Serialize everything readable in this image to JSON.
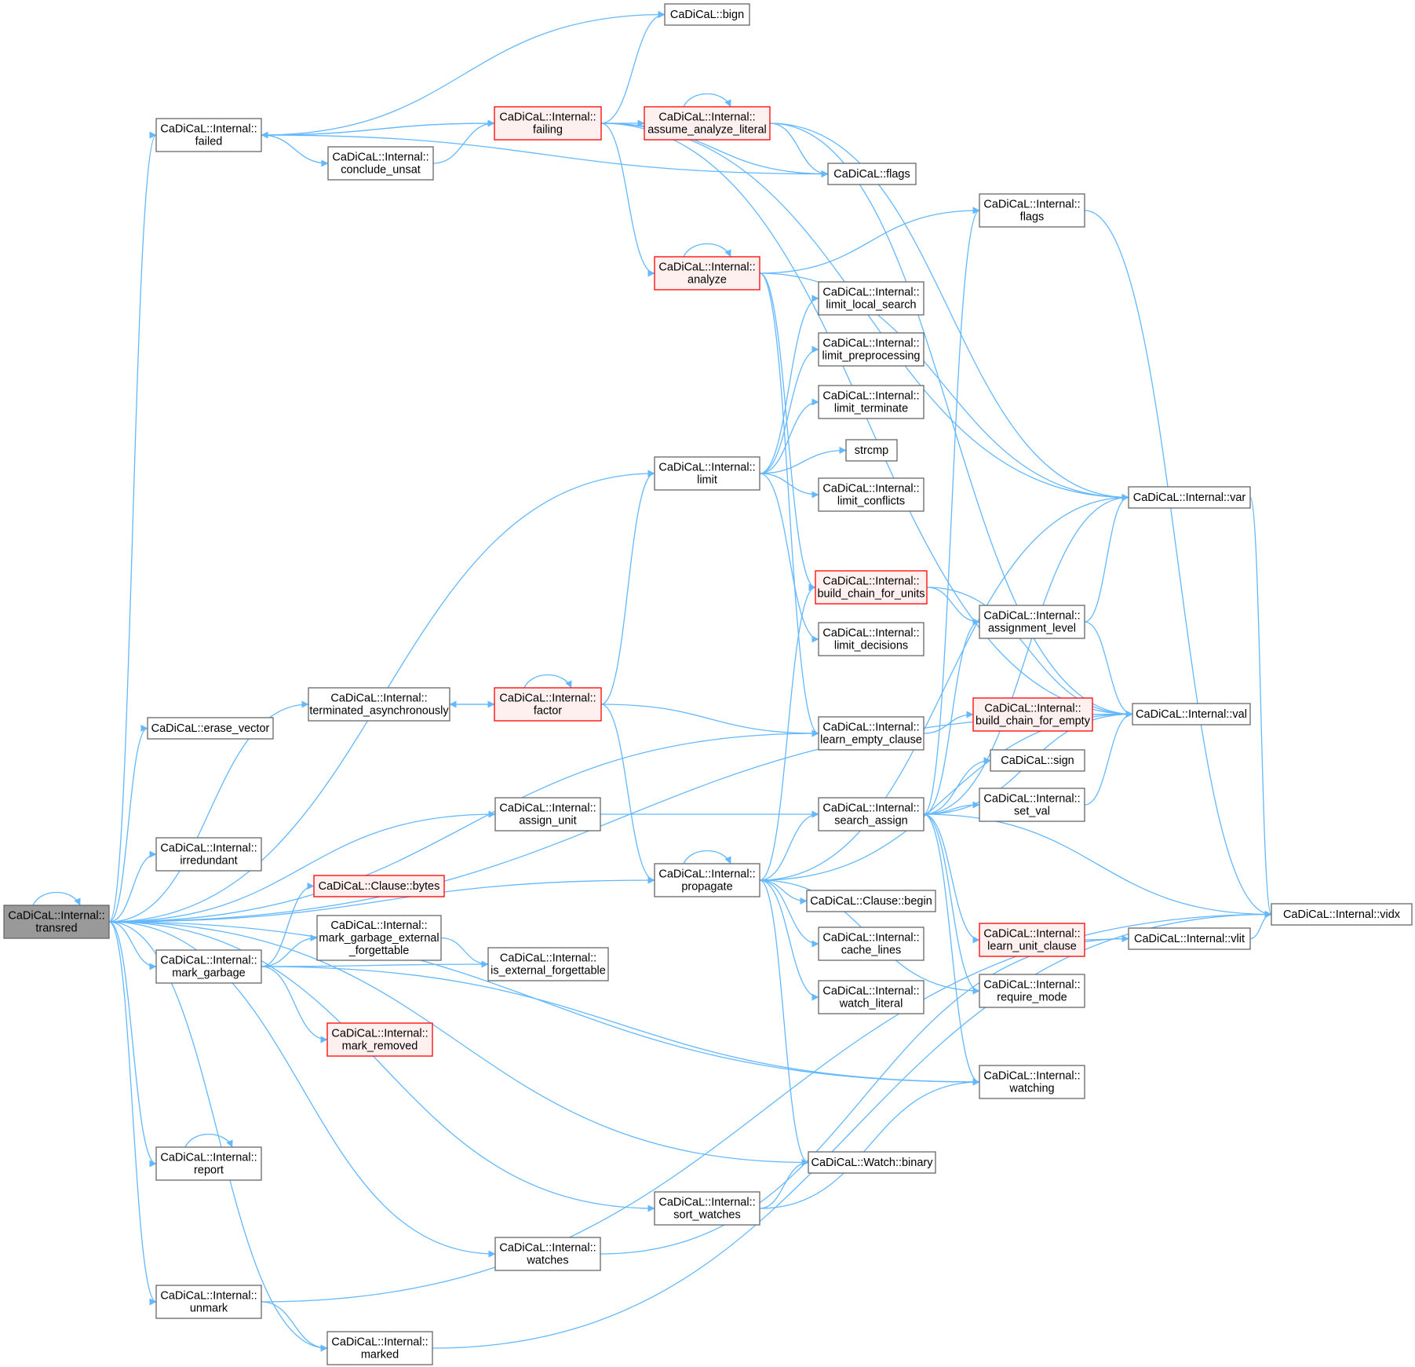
{
  "colors": {
    "edge": "#63b8ff",
    "node_fill": "#ffffff",
    "node_border": "#666666",
    "root_fill": "#999999",
    "root_border": "#666666",
    "truncated_fill": "#fff0f0",
    "truncated_border": "#ff0000",
    "text": "#000000"
  },
  "nodes": [
    {
      "id": "transred",
      "lines": [
        "CaDiCaL::Internal::",
        "transred"
      ],
      "style": "root"
    },
    {
      "id": "failed",
      "lines": [
        "CaDiCaL::Internal::",
        "failed"
      ],
      "style": "normal"
    },
    {
      "id": "bign",
      "lines": [
        "CaDiCaL::bign"
      ],
      "style": "normal"
    },
    {
      "id": "failing",
      "lines": [
        "CaDiCaL::Internal::",
        "failing"
      ],
      "style": "truncated"
    },
    {
      "id": "assume_analyze_literal",
      "lines": [
        "CaDiCaL::Internal::",
        "assume_analyze_literal"
      ],
      "style": "truncated"
    },
    {
      "id": "conclude_unsat",
      "lines": [
        "CaDiCaL::Internal::",
        "conclude_unsat"
      ],
      "style": "normal"
    },
    {
      "id": "flags_cadical",
      "lines": [
        "CaDiCaL::flags"
      ],
      "style": "normal"
    },
    {
      "id": "flags_internal",
      "lines": [
        "CaDiCaL::Internal::",
        "flags"
      ],
      "style": "normal"
    },
    {
      "id": "analyze",
      "lines": [
        "CaDiCaL::Internal::",
        "analyze"
      ],
      "style": "truncated"
    },
    {
      "id": "limit_local_search",
      "lines": [
        "CaDiCaL::Internal::",
        "limit_local_search"
      ],
      "style": "normal"
    },
    {
      "id": "limit_preprocessing",
      "lines": [
        "CaDiCaL::Internal::",
        "limit_preprocessing"
      ],
      "style": "normal"
    },
    {
      "id": "limit_terminate",
      "lines": [
        "CaDiCaL::Internal::",
        "limit_terminate"
      ],
      "style": "normal"
    },
    {
      "id": "limit",
      "lines": [
        "CaDiCaL::Internal::",
        "limit"
      ],
      "style": "normal"
    },
    {
      "id": "strcmp",
      "lines": [
        "strcmp"
      ],
      "style": "normal"
    },
    {
      "id": "limit_conflicts",
      "lines": [
        "CaDiCaL::Internal::",
        "limit_conflicts"
      ],
      "style": "normal"
    },
    {
      "id": "var",
      "lines": [
        "CaDiCaL::Internal::var"
      ],
      "style": "normal"
    },
    {
      "id": "build_chain_for_units",
      "lines": [
        "CaDiCaL::Internal::",
        "build_chain_for_units"
      ],
      "style": "truncated"
    },
    {
      "id": "assignment_level",
      "lines": [
        "CaDiCaL::Internal::",
        "assignment_level"
      ],
      "style": "normal"
    },
    {
      "id": "limit_decisions",
      "lines": [
        "CaDiCaL::Internal::",
        "limit_decisions"
      ],
      "style": "normal"
    },
    {
      "id": "terminated_asynchronously",
      "lines": [
        "CaDiCaL::Internal::",
        "terminated_asynchronously"
      ],
      "style": "normal"
    },
    {
      "id": "factor",
      "lines": [
        "CaDiCaL::Internal::",
        "factor"
      ],
      "style": "truncated"
    },
    {
      "id": "erase_vector",
      "lines": [
        "CaDiCaL::erase_vector"
      ],
      "style": "normal"
    },
    {
      "id": "learn_empty_clause",
      "lines": [
        "CaDiCaL::Internal::",
        "learn_empty_clause"
      ],
      "style": "normal"
    },
    {
      "id": "build_chain_for_empty",
      "lines": [
        "CaDiCaL::Internal::",
        "build_chain_for_empty"
      ],
      "style": "truncated"
    },
    {
      "id": "val",
      "lines": [
        "CaDiCaL::Internal::val"
      ],
      "style": "normal"
    },
    {
      "id": "sign",
      "lines": [
        "CaDiCaL::sign"
      ],
      "style": "normal"
    },
    {
      "id": "assign_unit",
      "lines": [
        "CaDiCaL::Internal::",
        "assign_unit"
      ],
      "style": "normal"
    },
    {
      "id": "search_assign",
      "lines": [
        "CaDiCaL::Internal::",
        "search_assign"
      ],
      "style": "normal"
    },
    {
      "id": "set_val",
      "lines": [
        "CaDiCaL::Internal::",
        "set_val"
      ],
      "style": "normal"
    },
    {
      "id": "irredundant",
      "lines": [
        "CaDiCaL::Internal::",
        "irredundant"
      ],
      "style": "normal"
    },
    {
      "id": "propagate",
      "lines": [
        "CaDiCaL::Internal::",
        "propagate"
      ],
      "style": "normal"
    },
    {
      "id": "clause_bytes",
      "lines": [
        "CaDiCaL::Clause::bytes"
      ],
      "style": "truncated"
    },
    {
      "id": "clause_begin",
      "lines": [
        "CaDiCaL::Clause::begin"
      ],
      "style": "normal"
    },
    {
      "id": "vidx",
      "lines": [
        "CaDiCaL::Internal::vidx"
      ],
      "style": "normal"
    },
    {
      "id": "mark_garbage_external_forgettable",
      "lines": [
        "CaDiCaL::Internal::",
        "mark_garbage_external",
        "_forgettable"
      ],
      "style": "normal"
    },
    {
      "id": "cache_lines",
      "lines": [
        "CaDiCaL::Internal::",
        "cache_lines"
      ],
      "style": "normal"
    },
    {
      "id": "learn_unit_clause",
      "lines": [
        "CaDiCaL::Internal::",
        "learn_unit_clause"
      ],
      "style": "truncated"
    },
    {
      "id": "vlit",
      "lines": [
        "CaDiCaL::Internal::vlit"
      ],
      "style": "normal"
    },
    {
      "id": "mark_garbage",
      "lines": [
        "CaDiCaL::Internal::",
        "mark_garbage"
      ],
      "style": "normal"
    },
    {
      "id": "is_external_forgettable",
      "lines": [
        "CaDiCaL::Internal::",
        "is_external_forgettable"
      ],
      "style": "normal"
    },
    {
      "id": "watch_literal",
      "lines": [
        "CaDiCaL::Internal::",
        "watch_literal"
      ],
      "style": "normal"
    },
    {
      "id": "require_mode",
      "lines": [
        "CaDiCaL::Internal::",
        "require_mode"
      ],
      "style": "normal"
    },
    {
      "id": "mark_removed",
      "lines": [
        "CaDiCaL::Internal::",
        "mark_removed"
      ],
      "style": "truncated"
    },
    {
      "id": "watching",
      "lines": [
        "CaDiCaL::Internal::",
        "watching"
      ],
      "style": "normal"
    },
    {
      "id": "report",
      "lines": [
        "CaDiCaL::Internal::",
        "report"
      ],
      "style": "normal"
    },
    {
      "id": "watch_binary",
      "lines": [
        "CaDiCaL::Watch::binary"
      ],
      "style": "normal"
    },
    {
      "id": "sort_watches",
      "lines": [
        "CaDiCaL::Internal::",
        "sort_watches"
      ],
      "style": "normal"
    },
    {
      "id": "watches",
      "lines": [
        "CaDiCaL::Internal::",
        "watches"
      ],
      "style": "normal"
    },
    {
      "id": "unmark",
      "lines": [
        "CaDiCaL::Internal::",
        "unmark"
      ],
      "style": "normal"
    },
    {
      "id": "marked",
      "lines": [
        "CaDiCaL::Internal::",
        "marked"
      ],
      "style": "normal"
    }
  ],
  "edges": [
    [
      "transred",
      "transred"
    ],
    [
      "transred",
      "failed"
    ],
    [
      "transred",
      "limit"
    ],
    [
      "transred",
      "terminated_asynchronously"
    ],
    [
      "transred",
      "erase_vector"
    ],
    [
      "transred",
      "learn_empty_clause"
    ],
    [
      "transred",
      "assign_unit"
    ],
    [
      "transred",
      "irredundant"
    ],
    [
      "transred",
      "propagate"
    ],
    [
      "transred",
      "mark_garbage"
    ],
    [
      "transred",
      "watching"
    ],
    [
      "transred",
      "val"
    ],
    [
      "transred",
      "report"
    ],
    [
      "transred",
      "watch_binary"
    ],
    [
      "transred",
      "sort_watches"
    ],
    [
      "transred",
      "watches"
    ],
    [
      "transred",
      "unmark"
    ],
    [
      "transred",
      "marked"
    ],
    [
      "failed",
      "bign"
    ],
    [
      "failed",
      "failing"
    ],
    [
      "failed",
      "conclude_unsat"
    ],
    [
      "failed",
      "flags_cadical"
    ],
    [
      "conclude_unsat",
      "failing"
    ],
    [
      "failing",
      "failed"
    ],
    [
      "failing",
      "bign"
    ],
    [
      "failing",
      "assume_analyze_literal"
    ],
    [
      "failing",
      "flags_cadical"
    ],
    [
      "failing",
      "analyze"
    ],
    [
      "failing",
      "var"
    ],
    [
      "failing",
      "val"
    ],
    [
      "assume_analyze_literal",
      "assume_analyze_literal"
    ],
    [
      "assume_analyze_literal",
      "flags_cadical"
    ],
    [
      "assume_analyze_literal",
      "var"
    ],
    [
      "assume_analyze_literal",
      "val"
    ],
    [
      "analyze",
      "analyze"
    ],
    [
      "analyze",
      "flags_internal"
    ],
    [
      "analyze",
      "var"
    ],
    [
      "analyze",
      "build_chain_for_units"
    ],
    [
      "analyze",
      "learn_empty_clause"
    ],
    [
      "flags_internal",
      "vidx"
    ],
    [
      "limit",
      "limit_local_search"
    ],
    [
      "limit",
      "limit_preprocessing"
    ],
    [
      "limit",
      "limit_terminate"
    ],
    [
      "limit",
      "strcmp"
    ],
    [
      "limit",
      "limit_conflicts"
    ],
    [
      "limit",
      "limit_decisions"
    ],
    [
      "build_chain_for_units",
      "assignment_level"
    ],
    [
      "build_chain_for_units",
      "val"
    ],
    [
      "assignment_level",
      "var"
    ],
    [
      "assignment_level",
      "val"
    ],
    [
      "terminated_asynchronously",
      "factor"
    ],
    [
      "factor",
      "factor"
    ],
    [
      "factor",
      "terminated_asynchronously"
    ],
    [
      "factor",
      "limit"
    ],
    [
      "factor",
      "learn_empty_clause"
    ],
    [
      "factor",
      "propagate"
    ],
    [
      "learn_empty_clause",
      "build_chain_for_empty"
    ],
    [
      "build_chain_for_empty",
      "val"
    ],
    [
      "assign_unit",
      "search_assign"
    ],
    [
      "search_assign",
      "flags_internal"
    ],
    [
      "search_assign",
      "var"
    ],
    [
      "search_assign",
      "assignment_level"
    ],
    [
      "search_assign",
      "sign"
    ],
    [
      "search_assign",
      "set_val"
    ],
    [
      "search_assign",
      "val"
    ],
    [
      "search_assign",
      "vidx"
    ],
    [
      "search_assign",
      "learn_unit_clause"
    ],
    [
      "search_assign",
      "require_mode"
    ],
    [
      "search_assign",
      "watching"
    ],
    [
      "set_val",
      "val"
    ],
    [
      "propagate",
      "propagate"
    ],
    [
      "propagate",
      "search_assign"
    ],
    [
      "propagate",
      "var"
    ],
    [
      "propagate",
      "build_chain_for_units"
    ],
    [
      "propagate",
      "val"
    ],
    [
      "propagate",
      "clause_begin"
    ],
    [
      "propagate",
      "cache_lines"
    ],
    [
      "propagate",
      "watch_literal"
    ],
    [
      "propagate",
      "require_mode"
    ],
    [
      "propagate",
      "watch_binary"
    ],
    [
      "learn_unit_clause",
      "vlit"
    ],
    [
      "vlit",
      "vidx"
    ],
    [
      "var",
      "vidx"
    ],
    [
      "mark_garbage",
      "clause_bytes"
    ],
    [
      "mark_garbage",
      "mark_garbage_external_forgettable"
    ],
    [
      "mark_garbage",
      "is_external_forgettable"
    ],
    [
      "mark_garbage",
      "mark_removed"
    ],
    [
      "mark_garbage",
      "watching"
    ],
    [
      "mark_garbage_external_forgettable",
      "is_external_forgettable"
    ],
    [
      "report",
      "report"
    ],
    [
      "sort_watches",
      "watch_binary"
    ],
    [
      "sort_watches",
      "watching"
    ],
    [
      "watches",
      "vlit"
    ],
    [
      "unmark",
      "vidx"
    ],
    [
      "unmark",
      "marked"
    ],
    [
      "marked",
      "vidx"
    ]
  ]
}
